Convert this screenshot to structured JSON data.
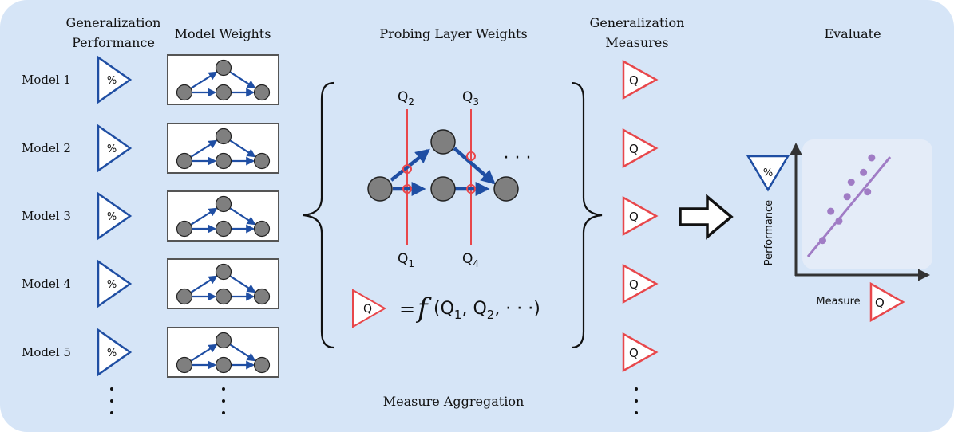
{
  "headers": {
    "generalization_performance": [
      "Generalization",
      "Performance"
    ],
    "model_weights": "Model Weights",
    "probing_layer_weights": "Probing Layer Weights",
    "generalization_measures": [
      "Generalization",
      "Measures"
    ],
    "evaluate": "Evaluate"
  },
  "models": [
    "Model 1",
    "Model 2",
    "Model 3",
    "Model 4",
    "Model 5"
  ],
  "performance_symbol": "%",
  "measure_symbol": "Q",
  "probes": {
    "q1": "Q",
    "q1_sub": "1",
    "q2": "Q",
    "q2_sub": "2",
    "q3": "Q",
    "q3_sub": "3",
    "q4": "Q",
    "q4_sub": "4"
  },
  "formula": {
    "equals": "=",
    "func": "f",
    "args_open": "(Q",
    "sub1": "1",
    "mid": ", Q",
    "sub2": "2",
    "tail": ", · · ·)"
  },
  "ellipsis_horizontal": "· · ·",
  "measure_aggregation": "Measure Aggregation",
  "plot": {
    "ylabel": "Performance",
    "xlabel": "Measure",
    "points": [
      [
        0.2,
        0.15
      ],
      [
        0.3,
        0.45
      ],
      [
        0.4,
        0.35
      ],
      [
        0.5,
        0.6
      ],
      [
        0.55,
        0.75
      ],
      [
        0.7,
        0.85
      ],
      [
        0.75,
        0.65
      ],
      [
        0.8,
        1.0
      ]
    ]
  },
  "colors": {
    "panel": "#d6e5f7",
    "blue": "#1f4ea3",
    "red": "#e8474b",
    "node": "#7f7f7f",
    "purple": "#a07cc5",
    "plot_bg": "#e4ecf8"
  }
}
